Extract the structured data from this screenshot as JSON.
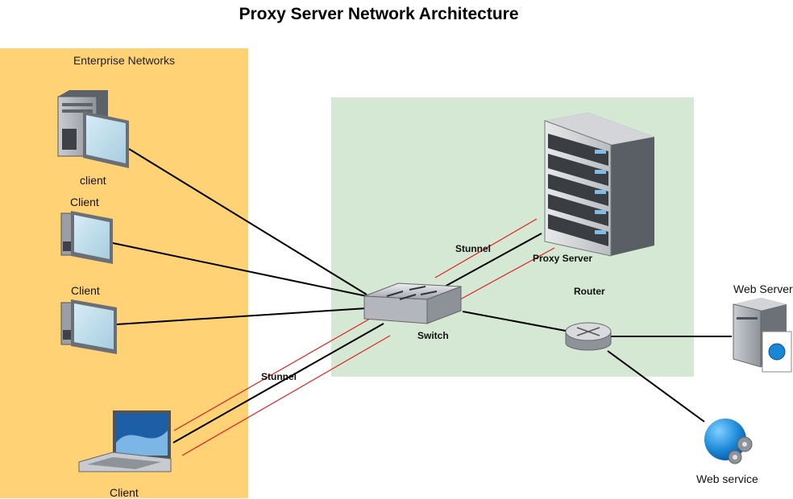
{
  "title": "Proxy Server Network Architecture",
  "zones": {
    "enterprise_label": "Enterprise Networks"
  },
  "nodes": {
    "client_tower": "client",
    "client_desktop_1": "Client",
    "client_desktop_2": "Client",
    "client_laptop": "Client",
    "switch": "Switch",
    "proxy_server": "Proxy Server",
    "router": "Router",
    "web_server": "Web Server",
    "web_service": "Web service"
  },
  "tunnels": {
    "upper": "Stunnel",
    "lower": "Stunnel"
  },
  "colors": {
    "enterprise_zone": "#FFD275",
    "dmz_zone": "#d5e8d4",
    "connection": "#000000",
    "tunnel": "#e02020"
  }
}
